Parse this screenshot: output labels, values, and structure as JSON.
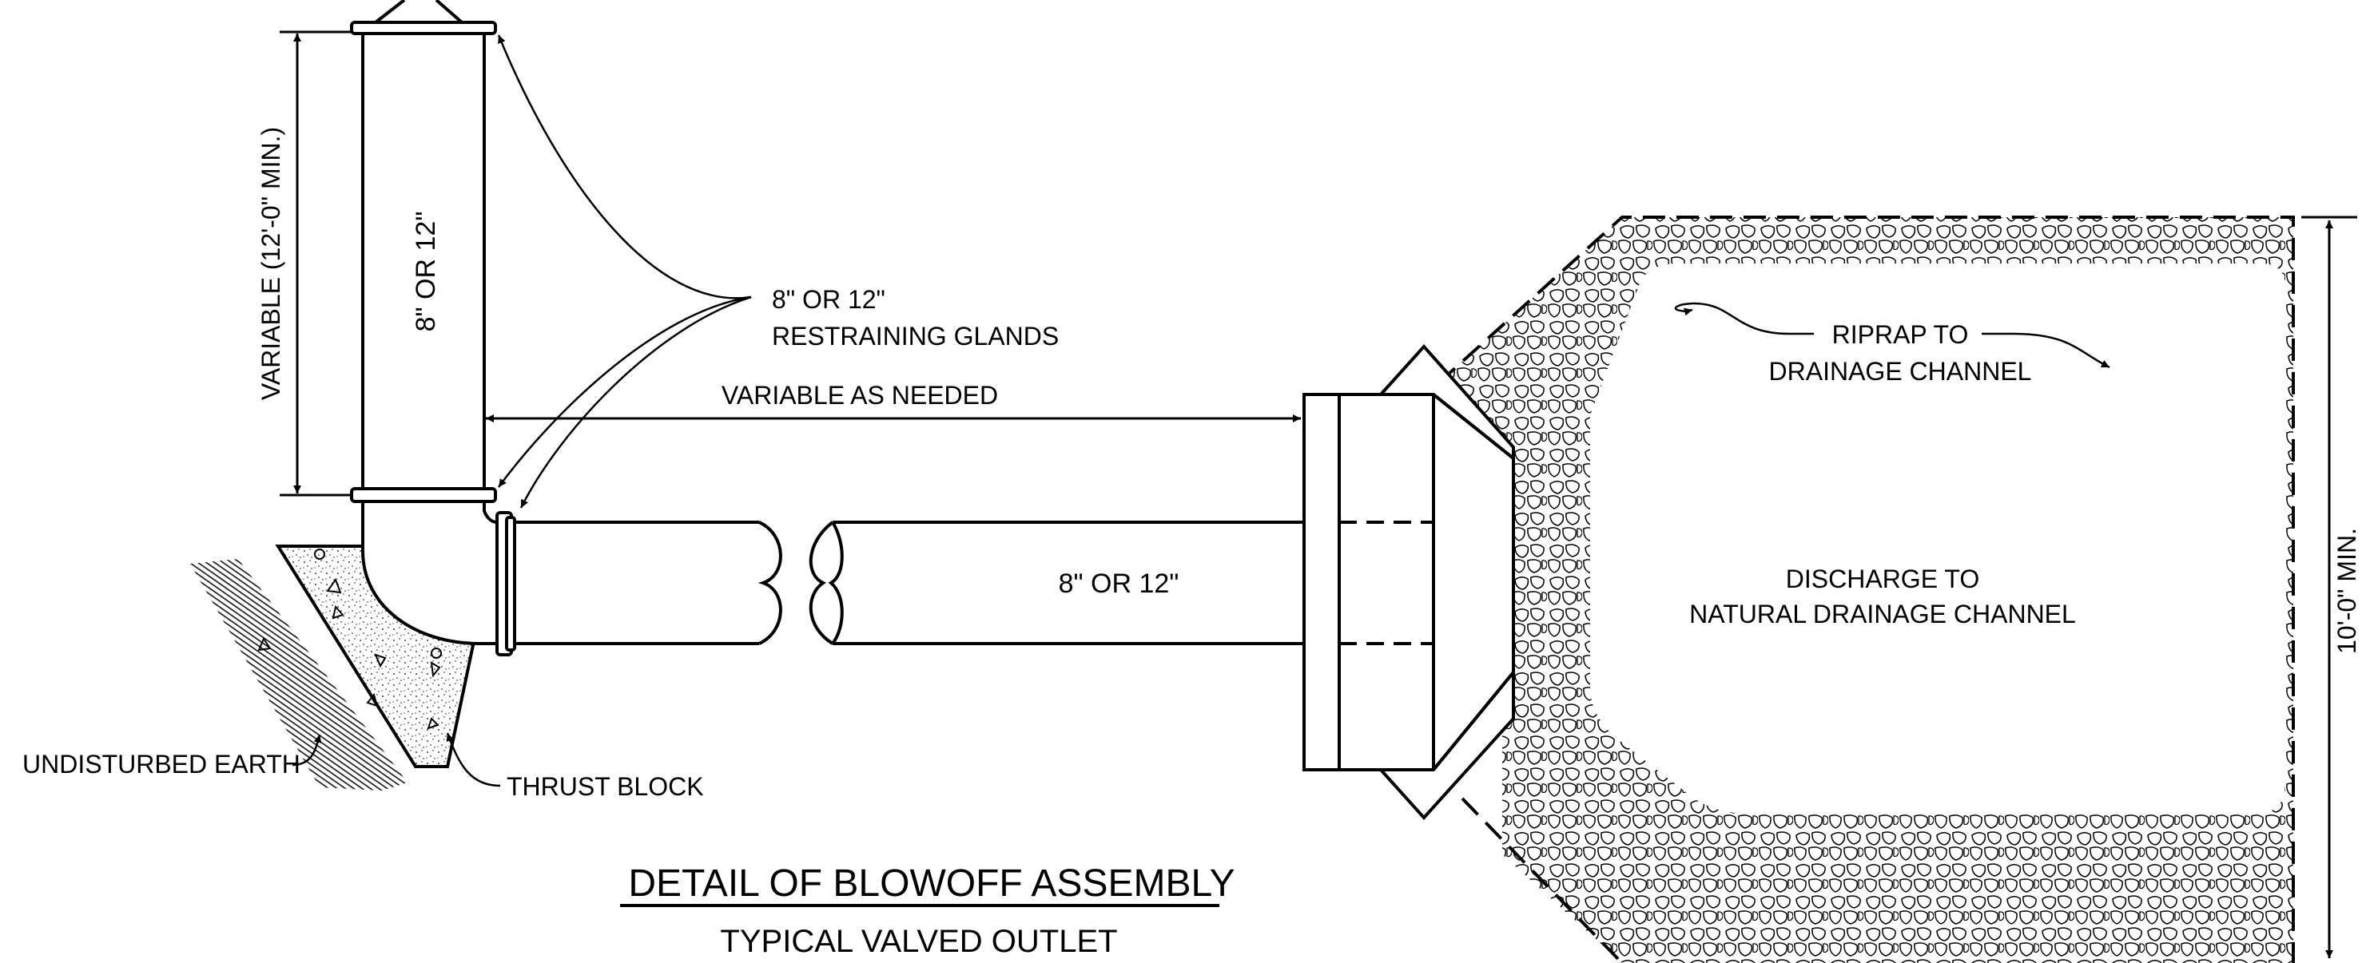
{
  "labels": {
    "riser_size": "8\" OR 12\"",
    "variable_height": "VARIABLE (12'-0\" MIN.)",
    "glands_line1": "8\" OR 12\"",
    "glands_line2": "RESTRAINING GLANDS",
    "variable_as_needed": "VARIABLE AS NEEDED",
    "horizontal_pipe_size": "8\" OR 12\"",
    "riprap_line1": "RIPRAP TO",
    "riprap_line2": "DRAINAGE CHANNEL",
    "discharge_line1": "DISCHARGE TO",
    "discharge_line2": "NATURAL DRAINAGE CHANNEL",
    "min_width": "10'-0\" MIN.",
    "undisturbed_earth": "UNDISTURBED EARTH",
    "thrust_block": "THRUST BLOCK",
    "title": "DETAIL OF BLOWOFF ASSEMBLY",
    "subtitle": "TYPICAL VALVED OUTLET"
  }
}
